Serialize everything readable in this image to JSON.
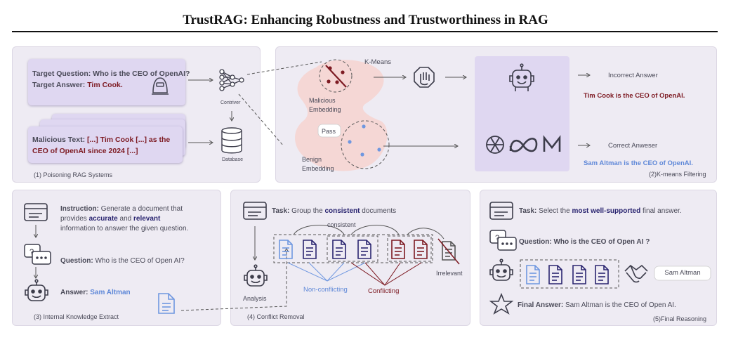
{
  "header": {
    "title": "TrustRAG: Enhancing Robustness and Trustworthiness in RAG"
  },
  "panel1": {
    "target_question_label": "Target Question:",
    "target_question": "Who is the CEO of OpenAI?",
    "target_answer_label": "Target Answer:",
    "target_answer": "Tim Cook.",
    "malicious_label": "Malicious Text:",
    "malicious_text_line1": "[...] Tim Cook [...] as the",
    "malicious_text_line2": "CEO of OpenAI since 2024 [...]",
    "contriver_label": "Contriver",
    "database_label": "Database",
    "caption": "(1) Poisoning RAG Systems"
  },
  "panel2": {
    "kmeans_label": "K-Means",
    "malicious_embedding_line1": "Malicious",
    "malicious_embedding_line2": "Embedding",
    "pass_label": "Pass",
    "benign_embedding_line1": "Benign",
    "benign_embedding_line2": "Embedding",
    "incorrect_label": "Incorrect Answer",
    "incorrect_answer": "Tim Cook is the CEO of OpenAI.",
    "correct_label": "Correct Anweser",
    "correct_answer": "Sam Altman is the CEO of OpenAI.",
    "caption": "(2)K-means Filtering"
  },
  "panel3": {
    "instruction_label": "Instruction:",
    "instruction_pre": "Generate a document that",
    "instruction_line2_a": "provides",
    "instruction_accurate": "accurate",
    "instruction_and": "and",
    "instruction_relevant": "relevant",
    "instruction_line3": "information to answer the given question.",
    "question_label": "Question:",
    "question_text": "Who is the CEO of Open AI?",
    "answer_label": "Answer:",
    "answer_text": "Sam Altman",
    "caption": "(3) Internal Knowledge Extract"
  },
  "panel4": {
    "task_label": "Task:",
    "task_pre": "Group the",
    "task_consistent": "consistent",
    "task_post": "documents",
    "consistent_label": "consistent",
    "irrelevant_label": "Irrelevant",
    "analysis_label": "Analysis",
    "nonconflicting_label": "Non-conflicting",
    "conflicting_label": "Conflicting",
    "caption": "(4) Conflict Removal"
  },
  "panel5": {
    "task_label": "Task:",
    "task_pre": "Select the",
    "task_bold": "most well-supported",
    "task_post": "final answer.",
    "question_label": "Question:",
    "question_text": "Who is the CEO of Open AI ?",
    "answer_box": "Sam Altman",
    "final_label": "Final Answer:",
    "final_text": "Sam Altman is the CEO of Open AI.",
    "caption": "(5)Final Reasoning"
  },
  "colors": {
    "panel": "#eeebf3",
    "card": "#dfd7f1",
    "red": "#7d1a22",
    "blue": "#5f88d8",
    "navy": "#2a2570",
    "blob": "#f5d7d5"
  }
}
